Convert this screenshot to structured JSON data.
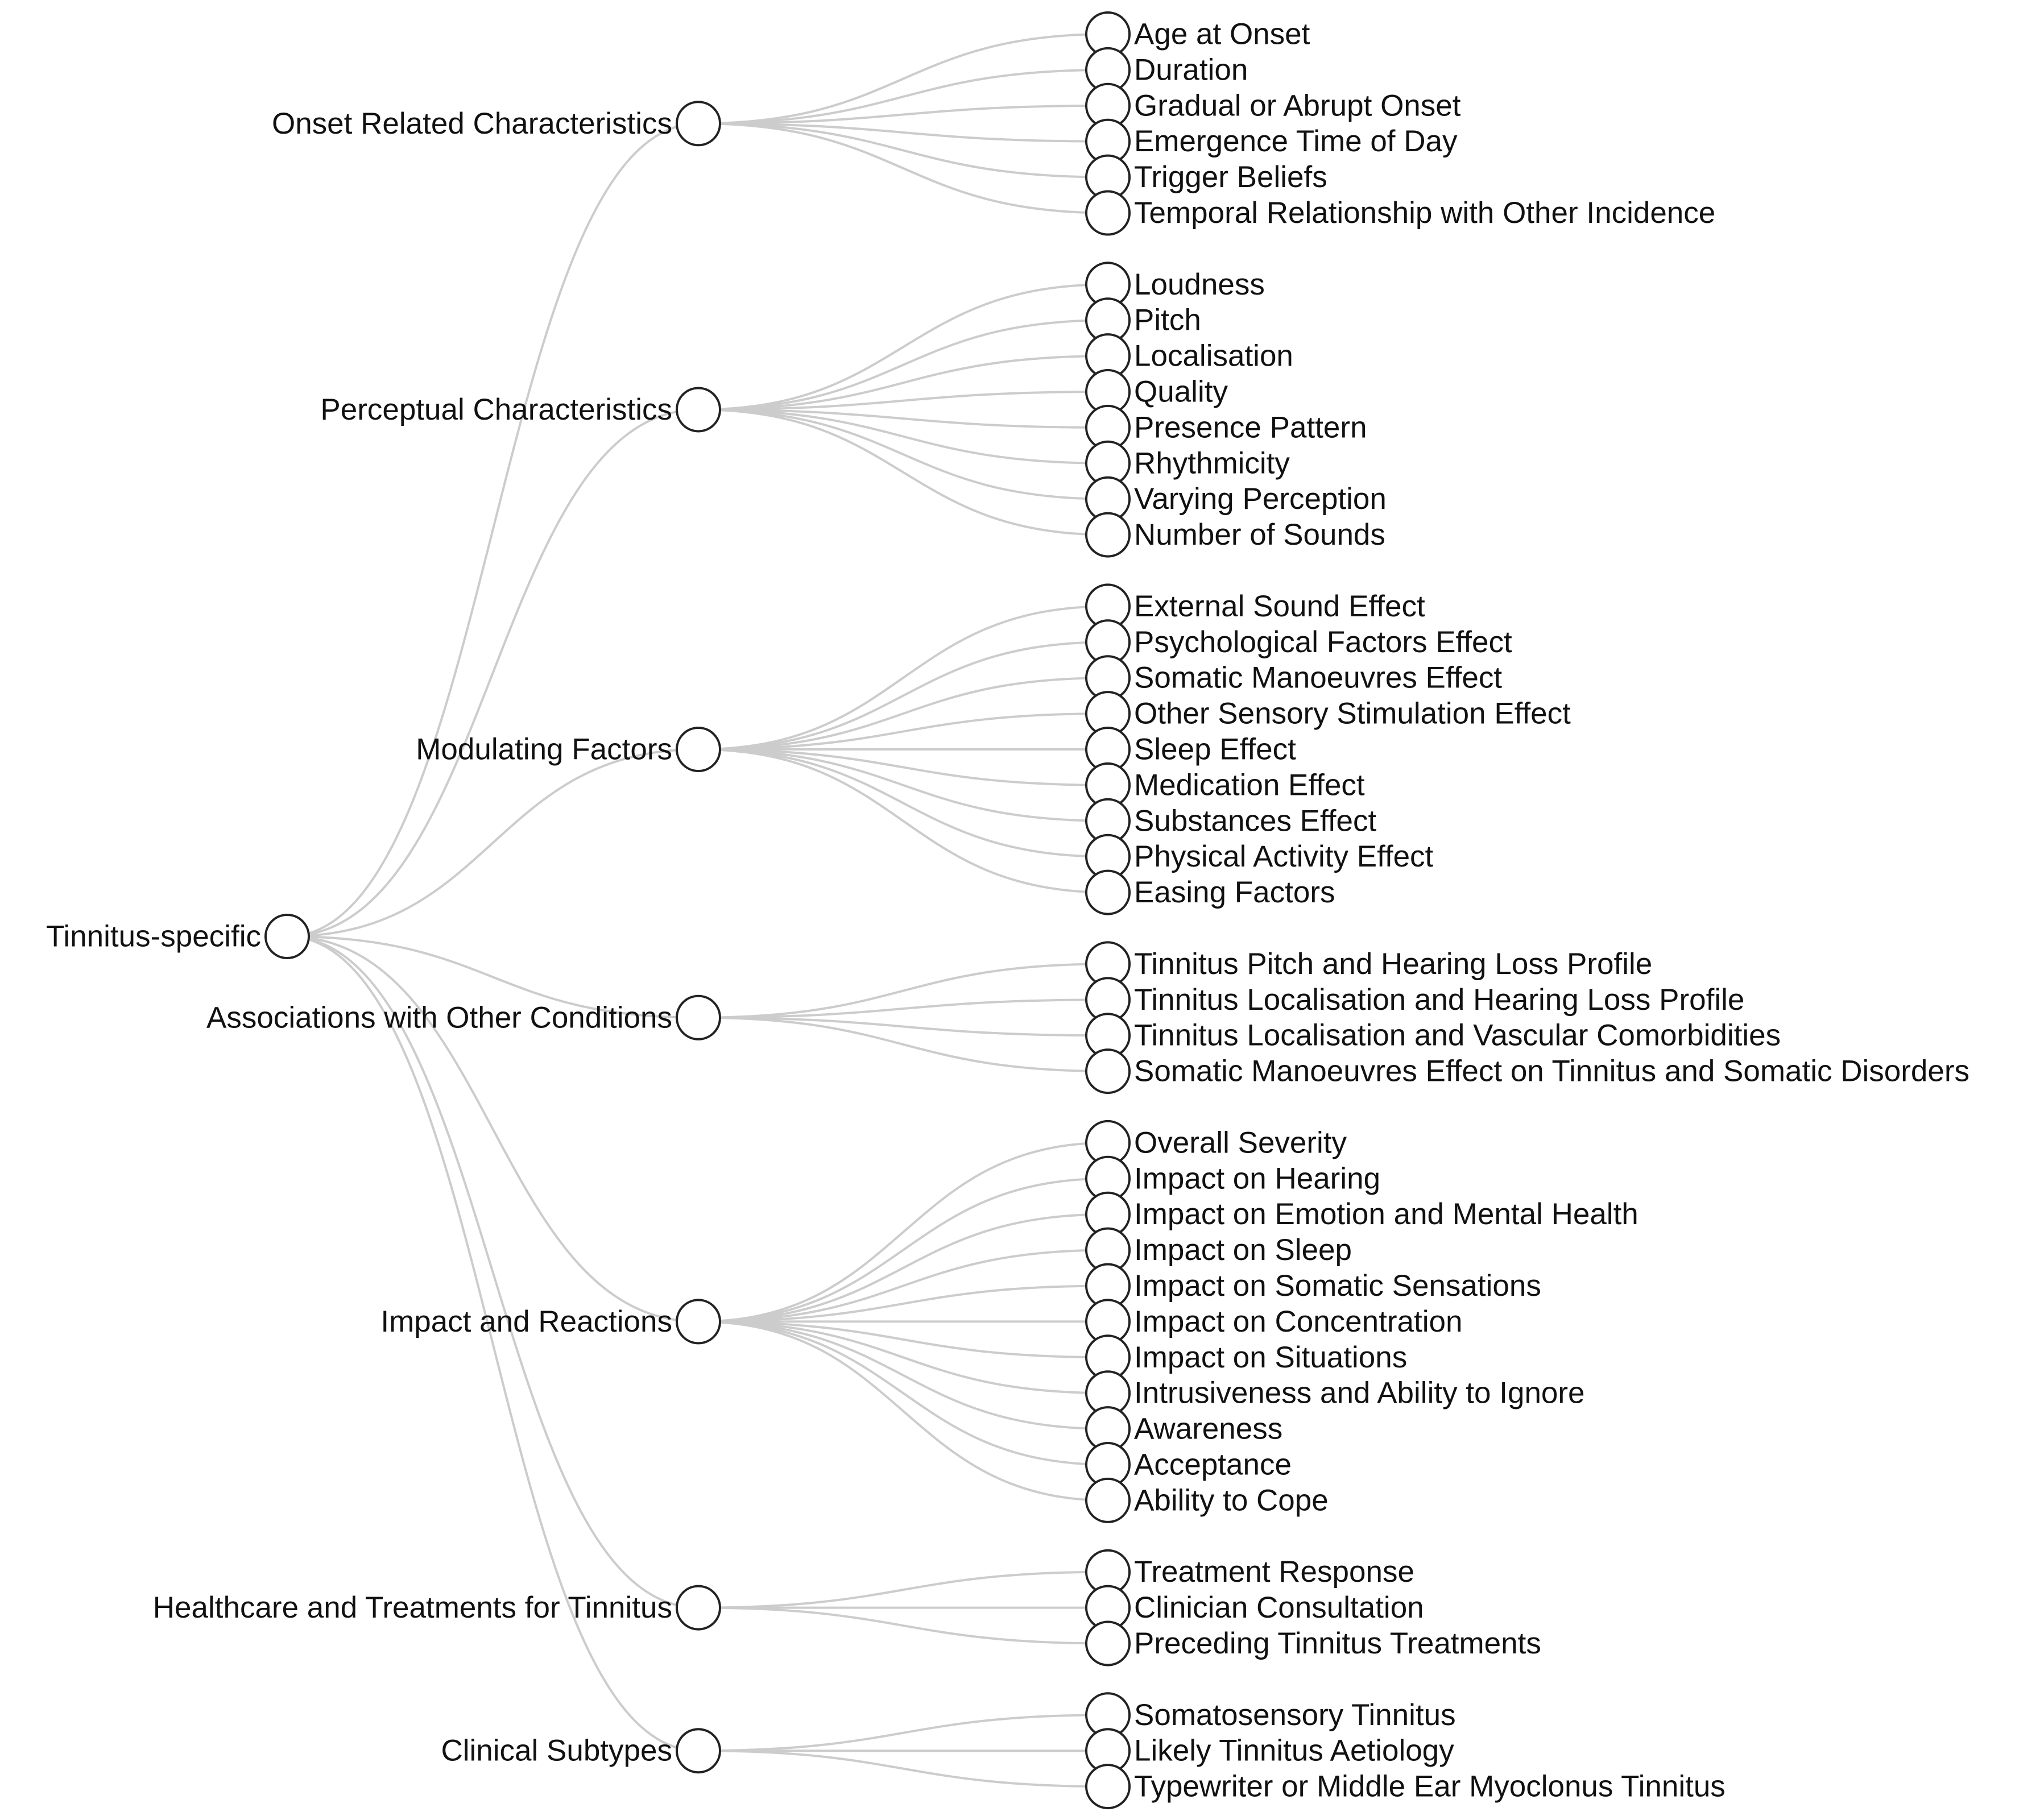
{
  "colors": {
    "link": "#cccccc",
    "node_stroke": "#222222",
    "node_fill": "#ffffff",
    "text": "#111111"
  },
  "root": {
    "name": "Tinnitus-specific",
    "children": [
      {
        "name": "Onset Related Characteristics",
        "children": [
          "Age at Onset",
          "Duration",
          "Gradual or Abrupt Onset",
          "Emergence Time of Day",
          "Trigger Beliefs",
          "Temporal Relationship with Other Incidence"
        ]
      },
      {
        "name": "Perceptual Characteristics",
        "children": [
          "Loudness",
          "Pitch",
          "Localisation",
          "Quality",
          "Presence Pattern",
          "Rhythmicity",
          "Varying Perception",
          "Number of Sounds"
        ]
      },
      {
        "name": "Modulating Factors",
        "children": [
          "External Sound Effect",
          "Psychological Factors Effect",
          "Somatic Manoeuvres Effect",
          "Other Sensory Stimulation Effect",
          "Sleep Effect",
          "Medication Effect",
          "Substances Effect",
          "Physical Activity Effect",
          "Easing Factors"
        ]
      },
      {
        "name": "Associations with Other Conditions",
        "children": [
          "Tinnitus Pitch and Hearing Loss Profile",
          "Tinnitus Localisation and Hearing Loss Profile",
          "Tinnitus Localisation and Vascular Comorbidities",
          "Somatic Manoeuvres Effect on Tinnitus and Somatic Disorders"
        ]
      },
      {
        "name": "Impact and Reactions",
        "children": [
          "Overall Severity",
          "Impact on Hearing",
          "Impact on Emotion and Mental Health",
          "Impact on Sleep",
          "Impact on Somatic Sensations",
          "Impact on Concentration",
          "Impact on Situations",
          "Intrusiveness and Ability to Ignore",
          "Awareness",
          "Acceptance",
          "Ability to Cope"
        ]
      },
      {
        "name": "Healthcare and Treatments for Tinnitus",
        "children": [
          "Treatment Response",
          "Clinician Consultation",
          "Preceding Tinnitus Treatments"
        ]
      },
      {
        "name": "Clinical Subtypes",
        "children": [
          "Somatosensory Tinnitus",
          "Likely Tinnitus Aetiology",
          "Typewriter or Middle Ear Myoclonus Tinnitus"
        ]
      }
    ]
  }
}
